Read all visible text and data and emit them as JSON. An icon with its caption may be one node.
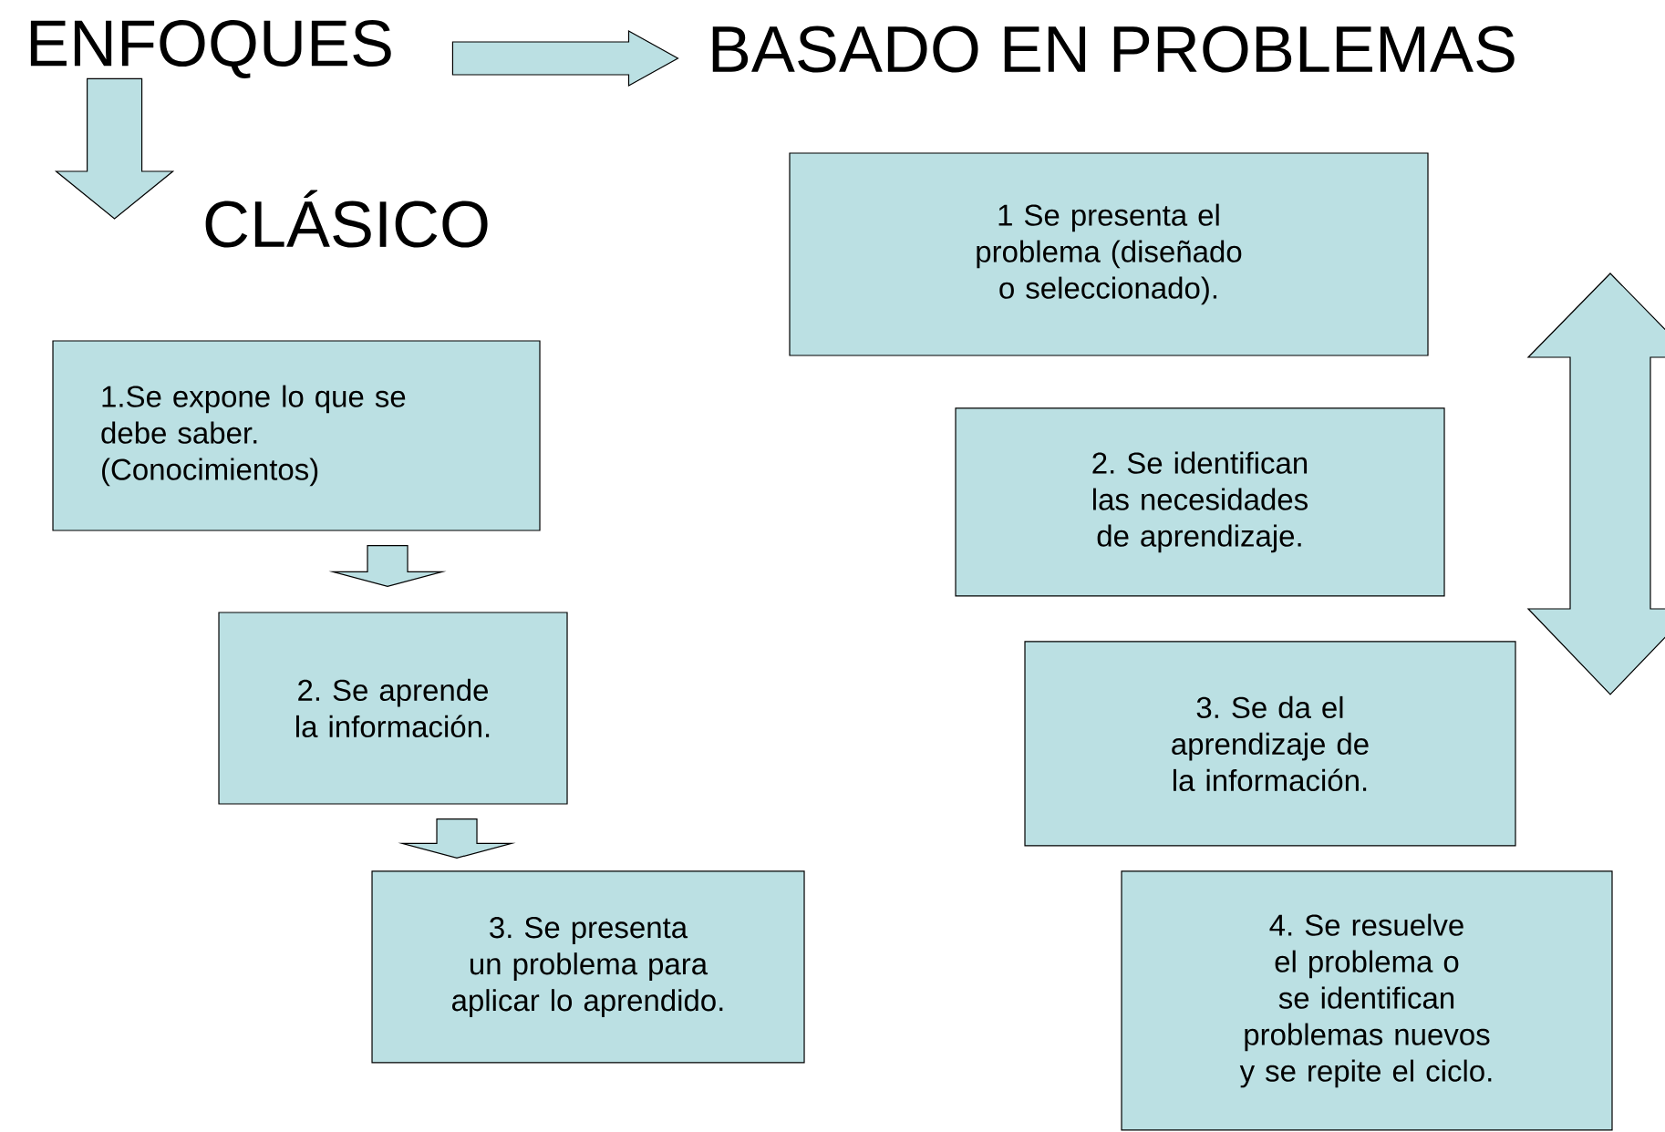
{
  "diagram": {
    "nodes": [
      {
        "text": [
          "ENFOQUES"
        ]
      },
      {
        "text": [
          "BASADO EN PROBLEMAS"
        ]
      },
      {
        "text": [
          "CLÁSICO"
        ]
      },
      {
        "text": [
          "1.Se expone lo que se debe saber. (Conocimientos)"
        ]
      },
      {
        "text": [
          "2. Se aprende la información."
        ]
      },
      {
        "text": [
          "3. Se presenta un problema para aplicar lo aprendido."
        ]
      },
      {
        "text": [
          "1 Se presenta el problema (diseñado o seleccionado)."
        ]
      },
      {
        "text": [
          "2. Se identifican las necesidades de aprendizaje."
        ]
      },
      {
        "text": [
          "3. Se da el aprendizaje de la información."
        ]
      },
      {
        "text": [
          "4. Se resuelve el problema o se identifican problemas nuevos y se repite el ciclo."
        ]
      }
    ],
    "edges": [
      {
        "from": 0,
        "to": 1,
        "arrow": "to"
      },
      {
        "from": 0,
        "to": 2,
        "arrow": "to"
      },
      {
        "from": 3,
        "to": 4,
        "arrow": "to"
      },
      {
        "from": 4,
        "to": 5,
        "arrow": "to"
      }
    ]
  }
}
